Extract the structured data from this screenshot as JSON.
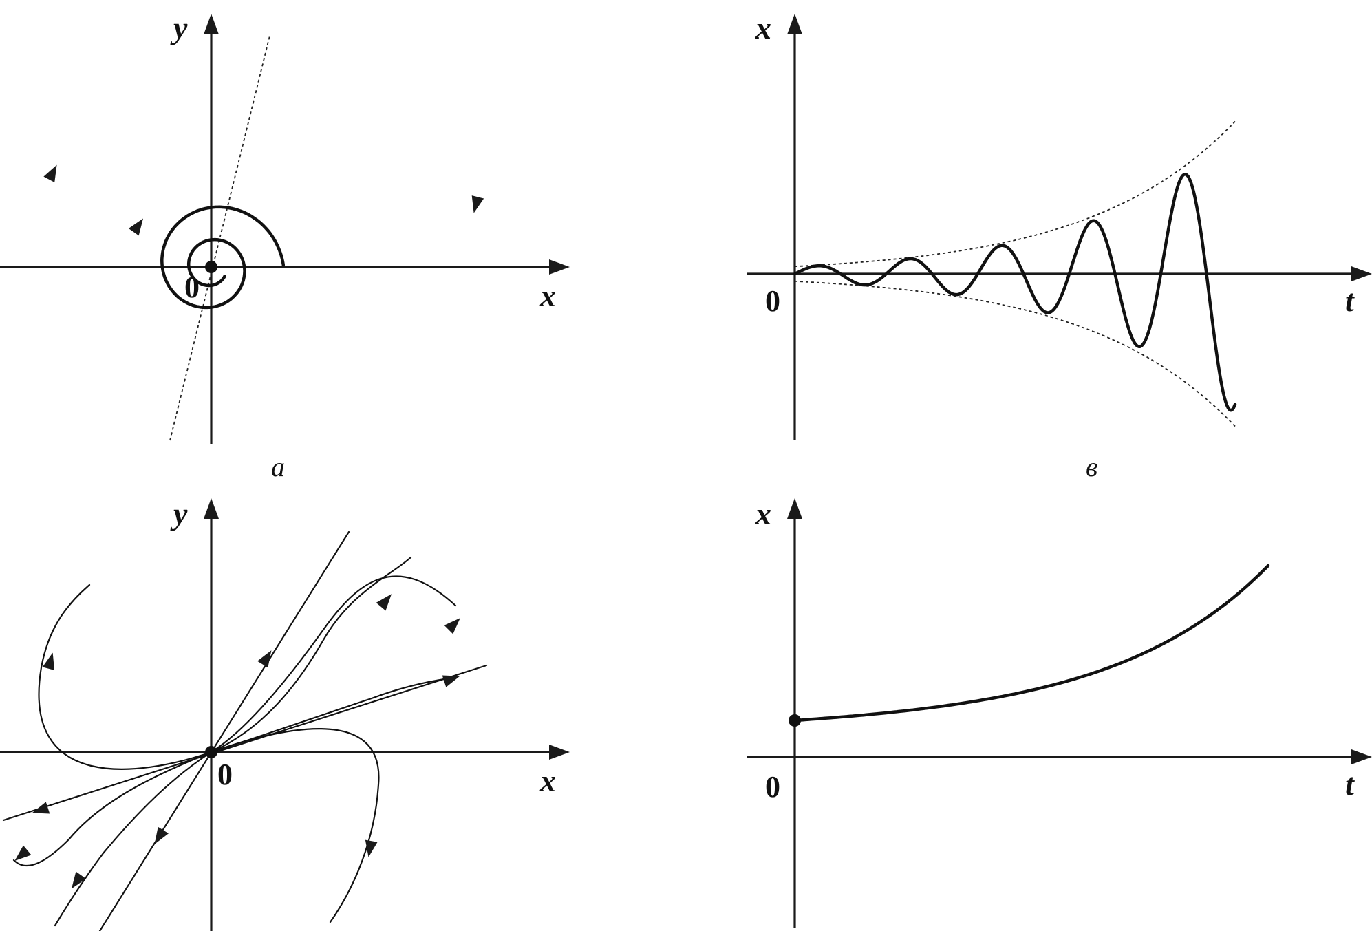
{
  "panels": {
    "a": {
      "letter": "а",
      "x_axis_label": "x",
      "y_axis_label": "y",
      "origin_label": "0"
    },
    "v": {
      "letter": "в",
      "x_axis_label": "t",
      "y_axis_label": "x",
      "origin_label": "0"
    },
    "c": {
      "x_axis_label": "x",
      "y_axis_label": "y",
      "origin_label": "0"
    },
    "d": {
      "x_axis_label": "t",
      "y_axis_label": "x",
      "origin_label": "0"
    }
  }
}
